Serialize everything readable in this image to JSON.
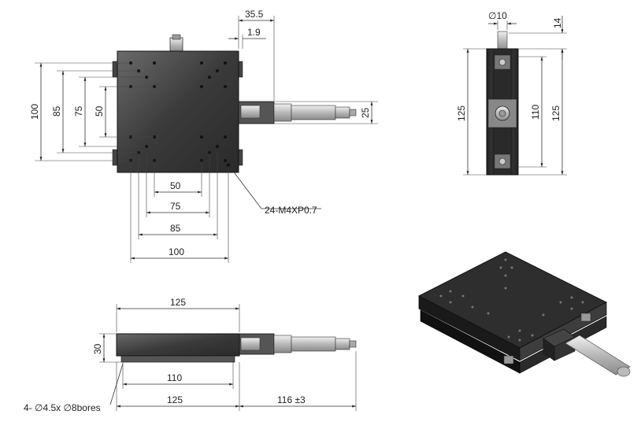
{
  "top_view": {
    "dims": {
      "d35_5": "35.5",
      "d1_9": "1.9",
      "d100_v": "100",
      "d85_v": "85",
      "d75_v": "75",
      "d50_v": "50",
      "d25": "25",
      "d50_h": "50",
      "d75_h": "75",
      "d85_h": "85",
      "d100_h": "100"
    },
    "callout": "24-M4XP0.7"
  },
  "side_view": {
    "dims": {
      "phi10": "∅10",
      "d14": "14",
      "d125_left": "125",
      "d110": "110",
      "d125_right": "125"
    }
  },
  "front_view": {
    "dims": {
      "d125_top": "125",
      "d30": "30",
      "d110": "110",
      "d125_bottom": "125",
      "d116": "116 ±3"
    },
    "callout": "4- ∅4.5x ∅8bores"
  },
  "colors": {
    "plate": "#3a3a3a",
    "micrometer": "#c8c8c8"
  }
}
